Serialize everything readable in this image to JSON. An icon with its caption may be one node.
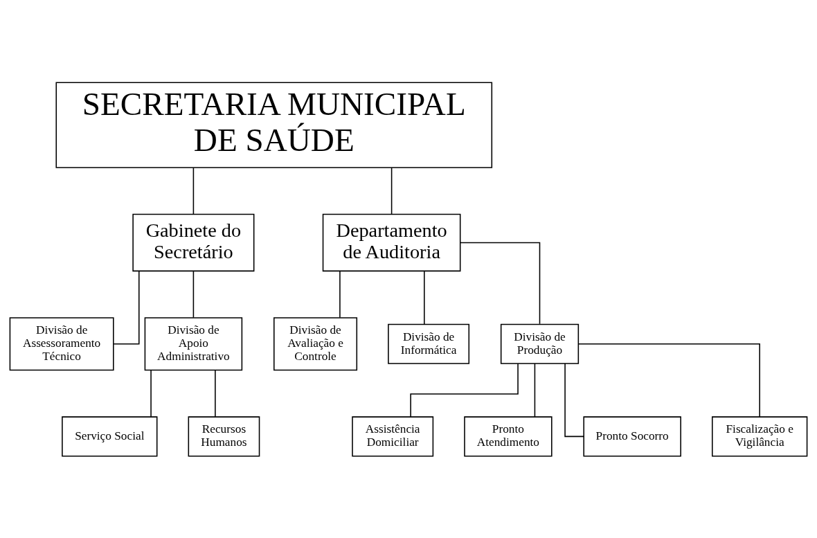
{
  "diagram": {
    "nodes": [
      {
        "text": [
          "SECRETARIA MUNICIPAL DE SAÚDE"
        ]
      },
      {
        "text": [
          "Gabinete do Secretário"
        ]
      },
      {
        "text": [
          "Departamento de Auditoria"
        ]
      },
      {
        "text": [
          "Divisão de Assessoramento Técnico"
        ]
      },
      {
        "text": [
          "Divisão de Apoio Administrativo"
        ]
      },
      {
        "text": [
          "Divisão de Avaliação e Controle"
        ]
      },
      {
        "text": [
          "Divisão de Informática"
        ]
      },
      {
        "text": [
          "Divisão de Produção"
        ]
      },
      {
        "text": [
          "Serviço Social"
        ]
      },
      {
        "text": [
          "Recursos Humanos"
        ]
      },
      {
        "text": [
          "Assistência Domiciliar"
        ]
      },
      {
        "text": [
          "Pronto Atendimento"
        ]
      },
      {
        "text": [
          "Pronto Socorro"
        ]
      },
      {
        "text": [
          "Fiscalização e Vigilância"
        ]
      }
    ],
    "edges": [
      {
        "from": 0,
        "to": 1,
        "arrow": "none"
      },
      {
        "from": 0,
        "to": 2,
        "arrow": "none"
      },
      {
        "from": 1,
        "to": 3,
        "arrow": "none"
      },
      {
        "from": 1,
        "to": 4,
        "arrow": "none"
      },
      {
        "from": 2,
        "to": 5,
        "arrow": "none"
      },
      {
        "from": 2,
        "to": 6,
        "arrow": "none"
      },
      {
        "from": 2,
        "to": 7,
        "arrow": "none"
      },
      {
        "from": 4,
        "to": 8,
        "arrow": "none"
      },
      {
        "from": 4,
        "to": 9,
        "arrow": "none"
      },
      {
        "from": 7,
        "to": 10,
        "arrow": "none"
      },
      {
        "from": 7,
        "to": 11,
        "arrow": "none"
      },
      {
        "from": 7,
        "to": 12,
        "arrow": "none"
      },
      {
        "from": 7,
        "to": 13,
        "arrow": "none"
      }
    ]
  }
}
